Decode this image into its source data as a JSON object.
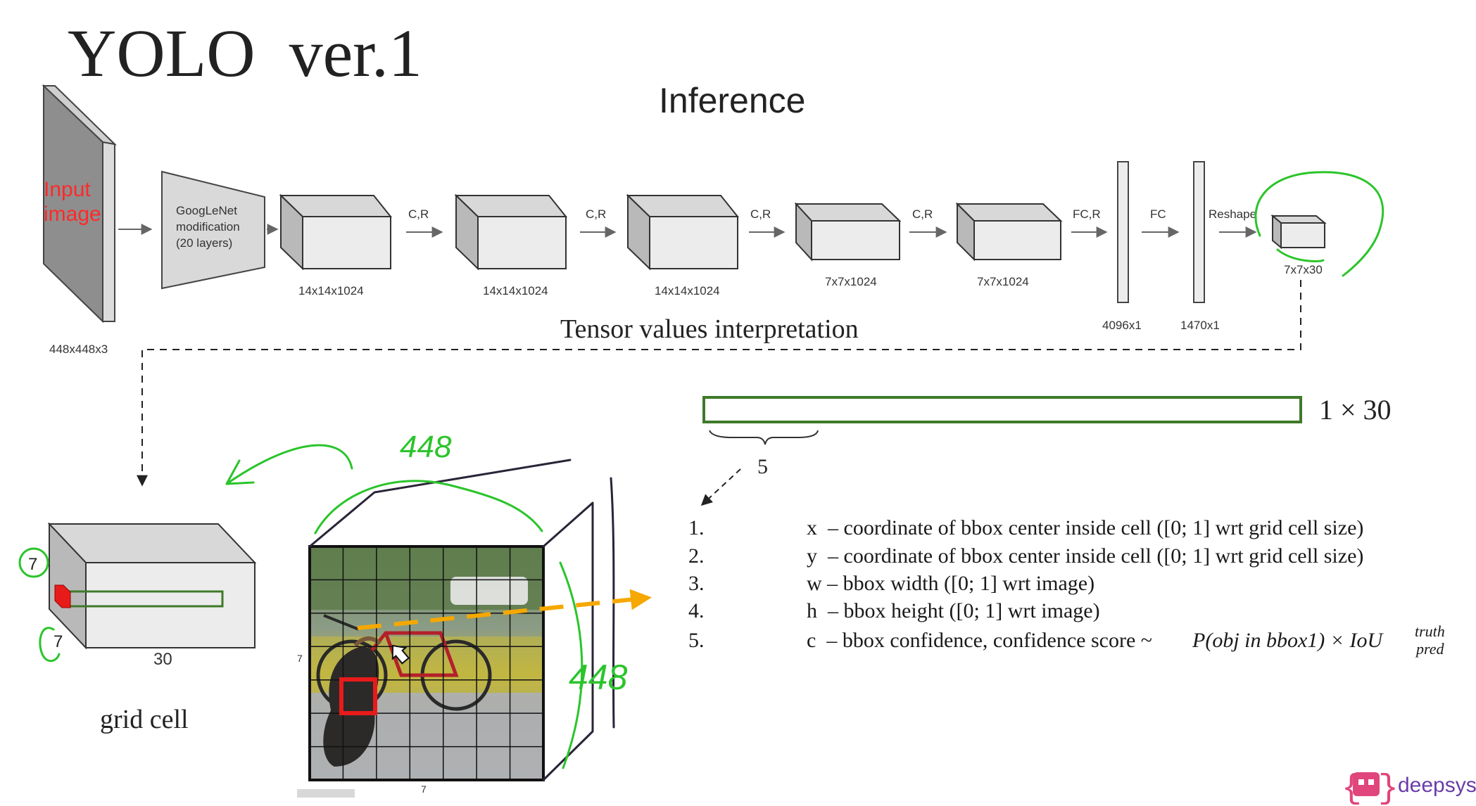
{
  "slide": {
    "title": "YOLO  ver.1",
    "subtitle": "Inference",
    "section_heading": "Tensor values interpretation"
  },
  "network": {
    "input_label_line1": "Input",
    "input_label_line2": "image",
    "input_dim": "448x448x3",
    "googlenet_line1": "GoogLeNet",
    "googlenet_line2": "modification",
    "googlenet_line3": "(20 layers)",
    "blocks": [
      {
        "dim": "14x14x1024"
      },
      {
        "dim": "14x14x1024"
      },
      {
        "dim": "14x14x1024"
      },
      {
        "dim": "7x7x1024"
      },
      {
        "dim": "7x7x1024"
      }
    ],
    "ops": [
      "C,R",
      "C,R",
      "C,R",
      "C,R",
      "FC,R",
      "FC",
      "Reshape"
    ],
    "fc1_dim": "4096x1",
    "fc2_dim": "1470x1",
    "output_dim": "7x7x30"
  },
  "tensor_vector": {
    "size_label": "1 × 30",
    "brace_label": "5"
  },
  "grid_cell": {
    "depth_label": "30",
    "side_label_top": "7",
    "side_label_bottom": "7",
    "caption": "grid cell"
  },
  "image_grid": {
    "left_tick": "7",
    "bottom_tick": "7",
    "handwritten_top": "448",
    "handwritten_right": "448",
    "grid_size": 7
  },
  "params_list": [
    {
      "num": "1.",
      "text": "x  – coordinate of bbox center inside cell ([0; 1] wrt grid cell size)"
    },
    {
      "num": "2.",
      "text": "y  – coordinate of bbox center inside cell ([0; 1] wrt grid cell size)"
    },
    {
      "num": "3.",
      "text": "w – bbox width ([0; 1] wrt image)"
    },
    {
      "num": "4.",
      "text": "h  – bbox height ([0; 1] wrt image)"
    },
    {
      "num": "5.",
      "text": "c  – bbox confidence, confidence score ~ "
    }
  ],
  "formula": {
    "main": "P(obj in bbox1) × IoU",
    "sup": "truth",
    "sub": "pred"
  },
  "brand": {
    "name": "deepsyst"
  },
  "colors": {
    "input_label": "#ff2a2a",
    "vector_border": "#3f7a2a",
    "handwriting": "#2bc42b",
    "arrow_orange": "#f5a800",
    "highlight_red": "#e81b1b",
    "brand": "#6a3da8"
  }
}
